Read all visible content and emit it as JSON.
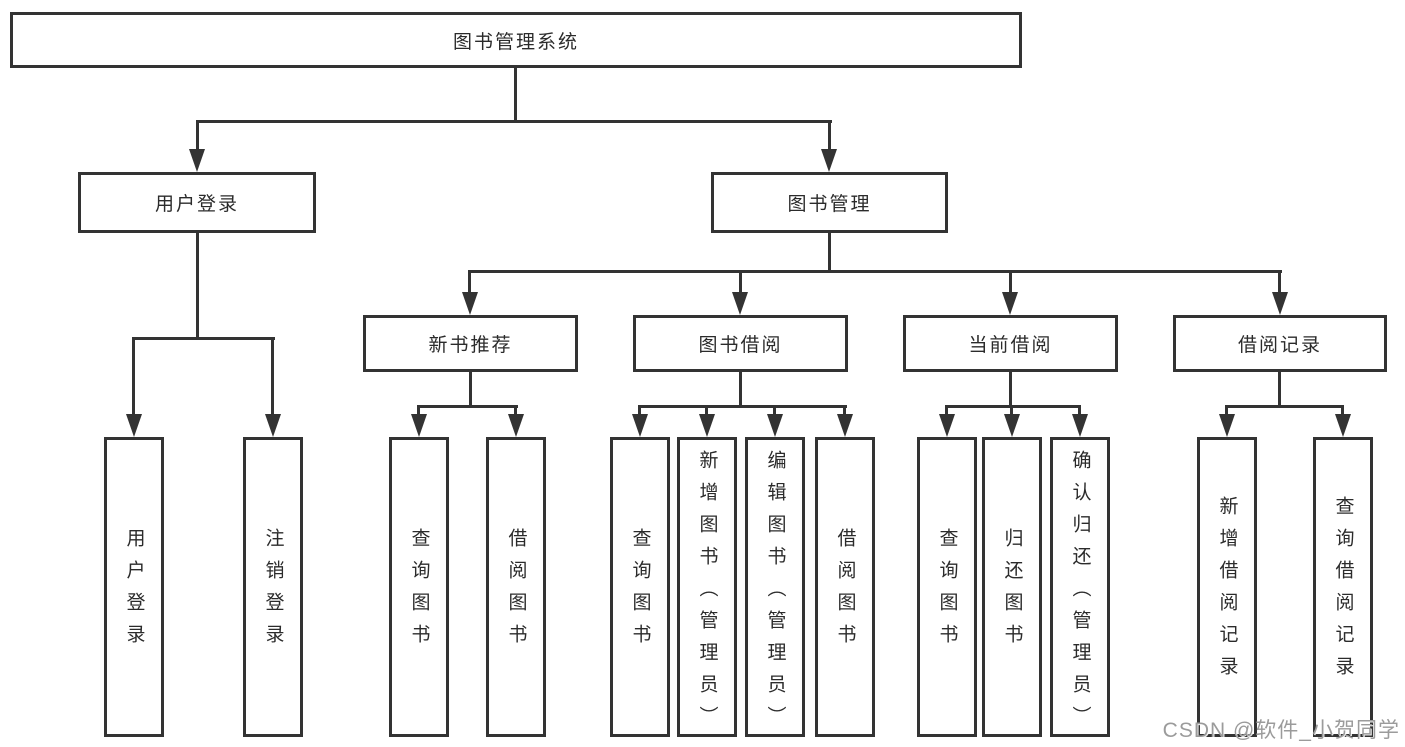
{
  "diagram": {
    "root": {
      "label": "图书管理系统"
    },
    "branches": [
      {
        "label": "用户登录",
        "children": [
          {
            "label": "用户登录"
          },
          {
            "label": "注销登录"
          }
        ]
      },
      {
        "label": "图书管理",
        "children": [
          {
            "label": "新书推荐",
            "children": [
              {
                "label": "查询图书"
              },
              {
                "label": "借阅图书"
              }
            ]
          },
          {
            "label": "图书借阅",
            "children": [
              {
                "label": "查询图书"
              },
              {
                "label": "新增图书（管理员）"
              },
              {
                "label": "编辑图书（管理员）"
              },
              {
                "label": "借阅图书"
              }
            ]
          },
          {
            "label": "当前借阅",
            "children": [
              {
                "label": "查询图书"
              },
              {
                "label": "归还图书"
              },
              {
                "label": "确认归还（管理员）"
              }
            ]
          },
          {
            "label": "借阅记录",
            "children": [
              {
                "label": "新增借阅记录"
              },
              {
                "label": "查询借阅记录"
              }
            ]
          }
        ]
      }
    ]
  },
  "watermark": {
    "text": "CSDN @软件_小贺同学",
    "color": "#9b9b9b"
  }
}
